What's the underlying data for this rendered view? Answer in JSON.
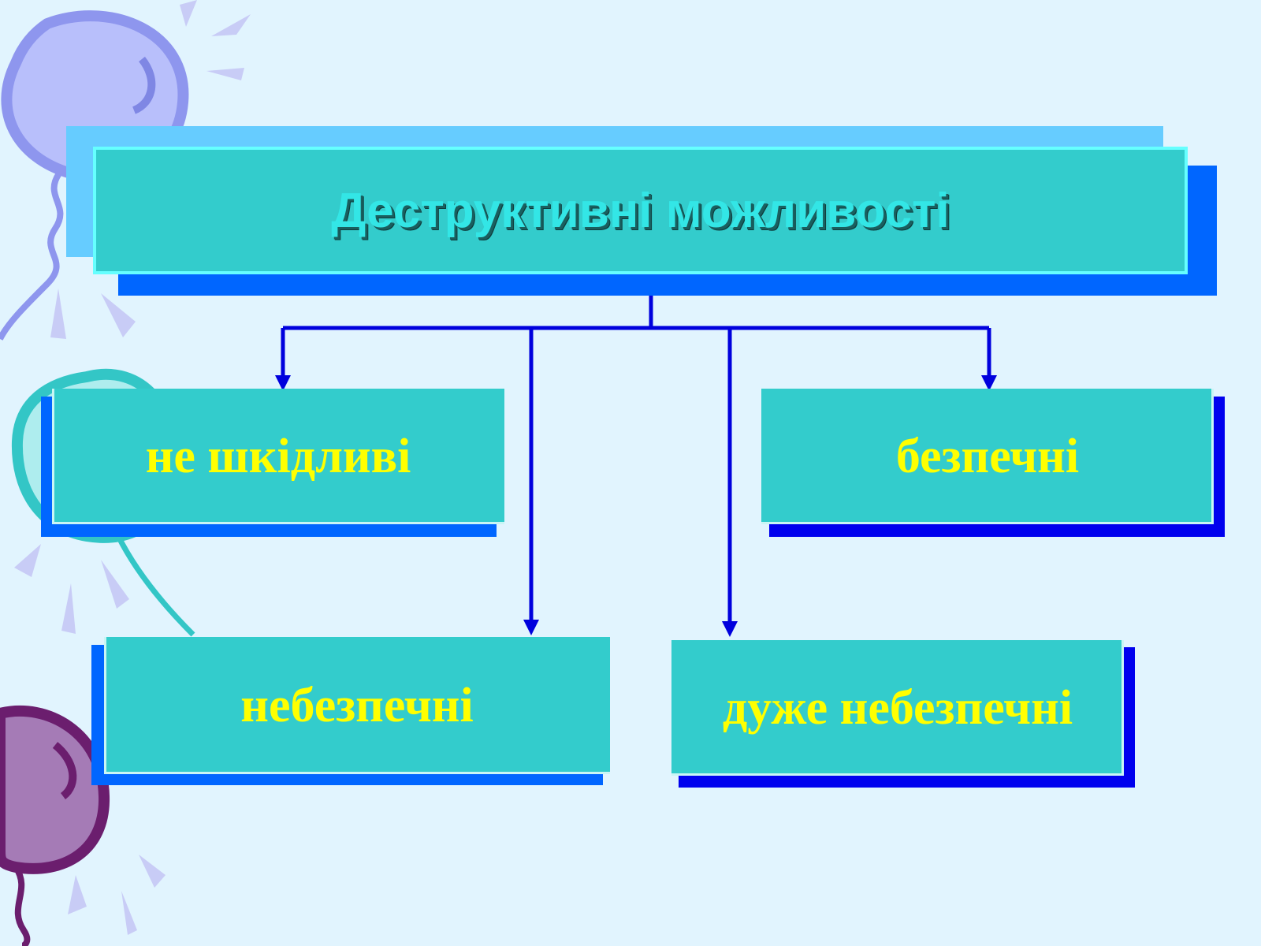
{
  "title": "Деструктивні можливості",
  "nodes": [
    {
      "id": "not-harmful",
      "label": "не шкідливі"
    },
    {
      "id": "safe",
      "label": "безпечні"
    },
    {
      "id": "dangerous",
      "label": "небезпечні"
    },
    {
      "id": "very-dangerous",
      "label": "дуже небезпечні"
    }
  ],
  "colors": {
    "background": "#E1F4FE",
    "box_fill": "#33CCCC",
    "box_shadow": "#0066FF",
    "connector": "#0000DD",
    "title_text": "#33E6E6",
    "node_text": "#FFFF00"
  }
}
